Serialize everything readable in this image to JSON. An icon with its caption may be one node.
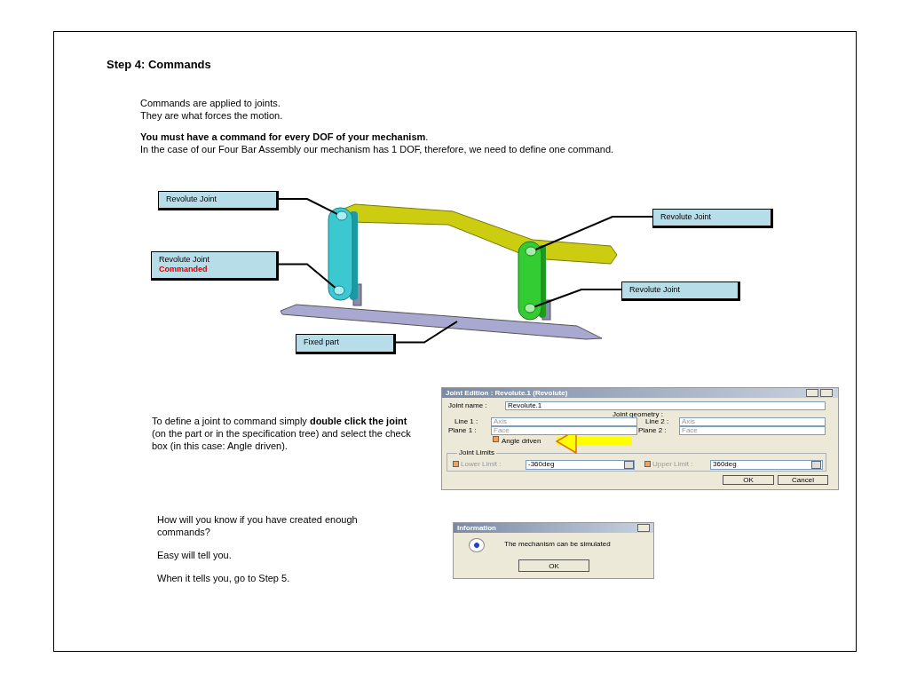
{
  "diagram": {
    "title": "Step 4: Commands",
    "nodes": [
      {
        "text": [
          "Revolute Joint"
        ]
      },
      {
        "text": [
          "Revolute Joint"
        ]
      },
      {
        "text": [
          "Revolute Joint",
          "Commanded"
        ]
      },
      {
        "text": [
          "Revolute Joint"
        ]
      },
      {
        "text": [
          "Fixed part"
        ]
      },
      {
        "text": [],
        "shape": "circle"
      },
      {
        "text": [],
        "shape": "circle"
      },
      {
        "text": [],
        "shape": "circle"
      },
      {
        "text": [],
        "shape": "circle"
      },
      {
        "text": [],
        "shape": "bar"
      },
      {
        "text": [
          "Angle driven"
        ]
      }
    ],
    "edges": [
      {
        "from": 0,
        "to": 5,
        "arrow": "none"
      },
      {
        "from": 1,
        "to": 6,
        "arrow": "none"
      },
      {
        "from": 2,
        "to": 7,
        "arrow": "none"
      },
      {
        "from": 3,
        "to": 8,
        "arrow": "none"
      },
      {
        "from": 4,
        "to": 9,
        "arrow": "none"
      },
      {
        "from": null,
        "to": 10,
        "arrow": "to",
        "style": "thick",
        "color": "#ffff00"
      }
    ],
    "labels": [
      "Commands are applied to joints.",
      "They are what forces the motion.",
      "**You must have a command for every DOF of your mechanism**.",
      "In the case of our Four Bar Assembly our mechanism has 1 DOF, therefore, we need to define one command.",
      "Joint Edition : Revolute.1 (Revolute)",
      "Joint name :",
      "Revolute.1",
      "Joint geometry :",
      "Line 1 :",
      "Axis",
      "Line 2 :",
      "Axis",
      "Plane 1 :",
      "Face",
      "Plane 2 :",
      "Face",
      "Joint Limits",
      "Lower Limit :",
      "-360deg",
      "Upper Limit :",
      "360deg",
      "OK",
      "Cancel",
      "To define a joint to command simply **double click the joint** (on the part or in the specification tree) and select the check box (in this case: Angle driven).",
      "How will you know if you have created enough commands?",
      "Information",
      "The mechanism can be simulated",
      "OK",
      "Easy will tell you.",
      "When it tells you, go to Step 5."
    ]
  }
}
